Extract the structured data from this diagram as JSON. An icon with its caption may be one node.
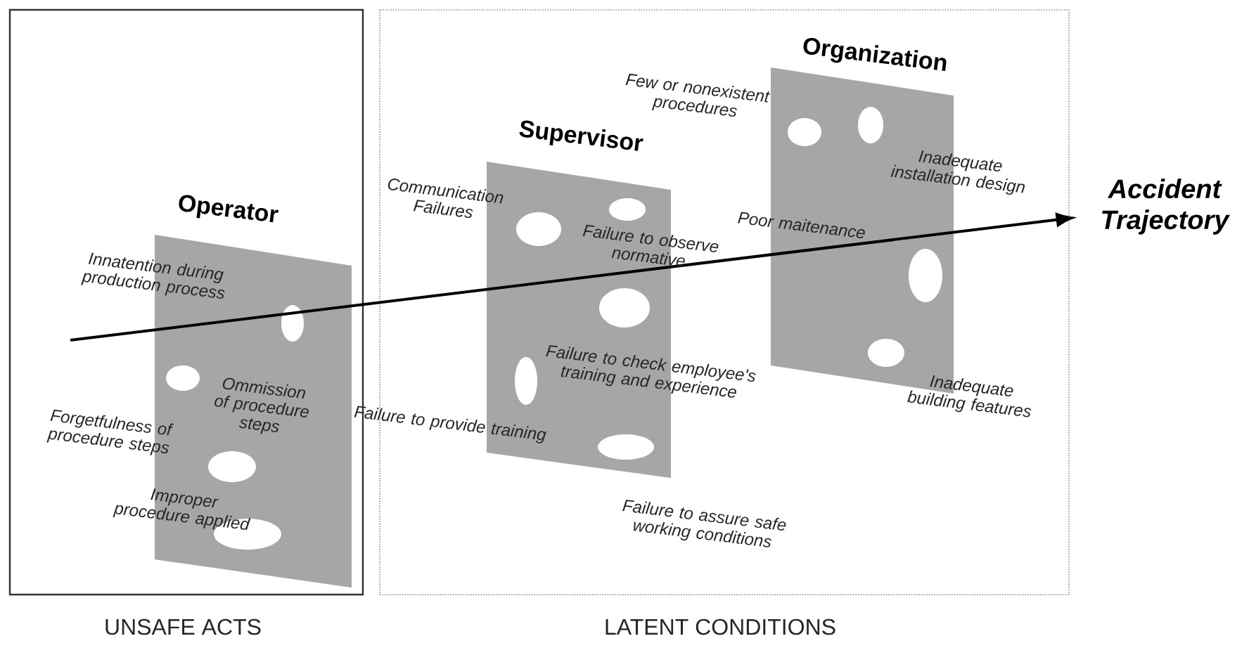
{
  "diagram": {
    "nodes": [
      {
        "text": [
          "UNSAFE ACTS"
        ]
      },
      {
        "text": [
          "Operator"
        ],
        "in": 0
      },
      {
        "text": [
          "LATENT CONDITIONS"
        ]
      },
      {
        "text": [
          "Supervisor"
        ],
        "in": 2
      },
      {
        "text": [
          "Organization"
        ],
        "in": 2
      },
      {
        "text": [
          "Accident Trajectory"
        ]
      }
    ],
    "edges": [
      {
        "from": null,
        "to": 5,
        "arrow": "to"
      }
    ],
    "labels": [
      "Innatention during production process",
      "Ommission of procedure steps",
      "Forgetfulness of procedure steps",
      "Improper procedure applied",
      "Communication Failures",
      "Failure to observe normative",
      "Failure to check employee's training and experience",
      "Failure to provide training",
      "Failure to assure safe working conditions",
      "Few or nonexistent procedures",
      "Inadequate installation design",
      "Poor maitenance",
      "Inadequate building features"
    ]
  }
}
